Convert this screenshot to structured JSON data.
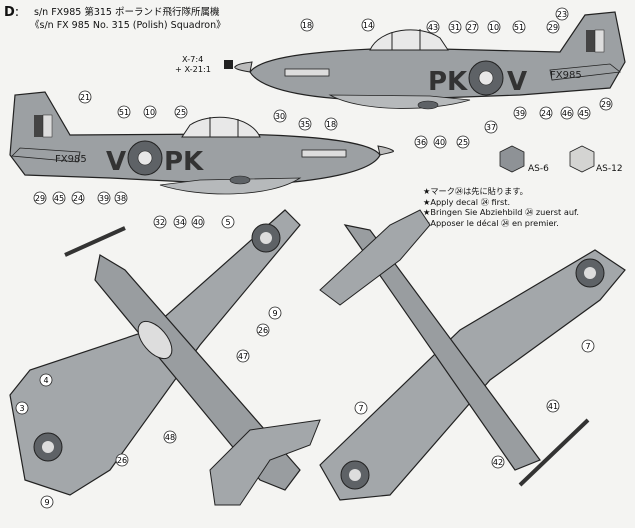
{
  "header": {
    "section": "D",
    "line1": "s/n FX985 第315 ポーランド飛行隊所属機",
    "line2": "《s/n FX 985 No. 315 (Polish) Squadron》"
  },
  "scale": {
    "small": "X-7:4",
    "large": "+ X-21:1"
  },
  "codes": {
    "right_letters": "PK",
    "right_letter": "V",
    "left_letter": "V",
    "left_letters": "PK",
    "serial": "FX985"
  },
  "paints": [
    {
      "code": "AS-6",
      "color": "#8e9296"
    },
    {
      "code": "AS-12",
      "color": "#d4d4d2"
    }
  ],
  "notes": [
    "★マーク㉔は先に貼ります。",
    "★Apply decal ㉔ first.",
    "★Bringen Sie Abziehbild ㉔ zuerst auf.",
    "★Apposer le décal ㉔ en premier."
  ],
  "callouts": {
    "right_profile": [
      "18",
      "14",
      "43",
      "31",
      "27",
      "10",
      "51",
      "29",
      "23",
      "24",
      "46",
      "45",
      "29",
      "39",
      "37",
      "25",
      "40",
      "36"
    ],
    "left_profile": [
      "21",
      "51",
      "10",
      "25",
      "30",
      "35",
      "18",
      "29",
      "45",
      "24",
      "39",
      "38",
      "32",
      "34",
      "40",
      "5"
    ],
    "top_view": [
      "26",
      "47",
      "9",
      "4",
      "3",
      "9",
      "48",
      "26"
    ],
    "bottom_view": [
      "7",
      "7",
      "41",
      "42"
    ]
  }
}
